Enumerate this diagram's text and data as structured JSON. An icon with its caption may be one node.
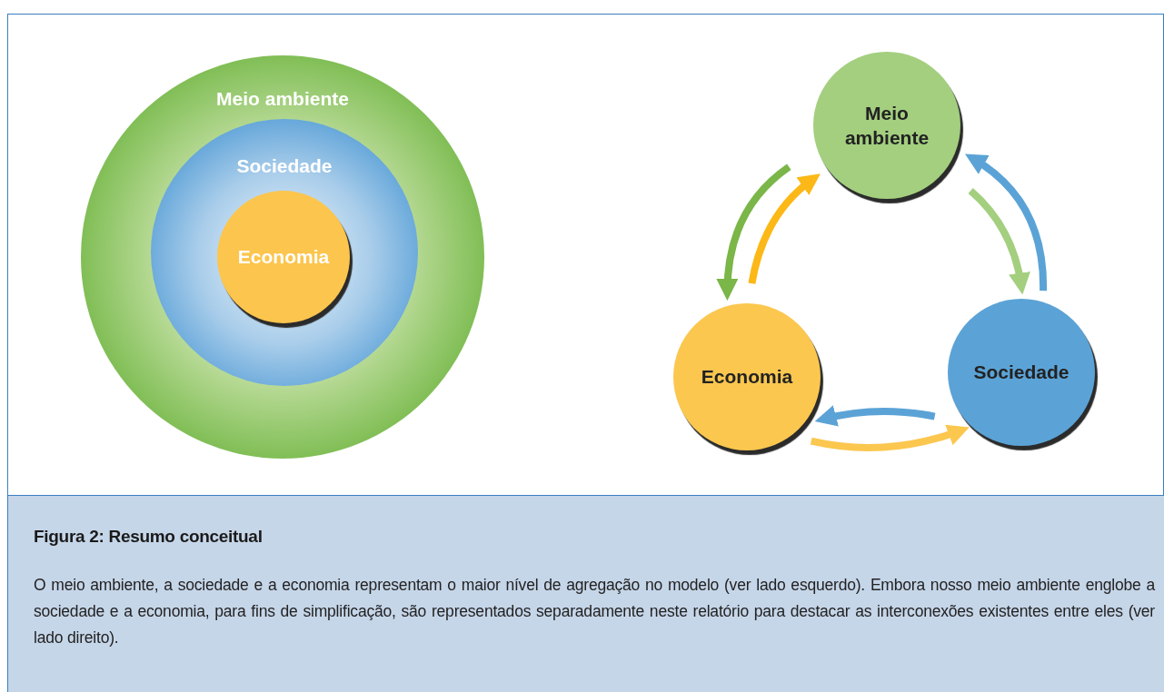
{
  "diagram": {
    "title": "Figura 2: Resumo conceitual",
    "caption": "O meio ambiente, a sociedade e a economia representam o maior nível de agregação no modelo (ver lado esquerdo). Embora nosso meio ambiente englobe a sociedade e a economia, para fins de simplificação, são representados separadamente neste relatório para destacar as interconexões existentes entre eles (ver lado direito).",
    "nodes": [
      {
        "text": [
          "Meio ambiente"
        ]
      },
      {
        "text": [
          "Sociedade"
        ],
        "in": 0
      },
      {
        "text": [
          "Economia"
        ],
        "in": 1
      },
      {
        "text": [
          "Meio ambiente"
        ]
      },
      {
        "text": [
          "Sociedade"
        ]
      },
      {
        "text": [
          "Economia"
        ]
      }
    ],
    "edges": [
      {
        "from": 3,
        "to": 5,
        "arrow": "to",
        "color": "#7ab648"
      },
      {
        "from": 5,
        "to": 3,
        "arrow": "to",
        "color": "#fbb817"
      },
      {
        "from": 3,
        "to": 4,
        "arrow": "to",
        "color": "#a3cf7f"
      },
      {
        "from": 4,
        "to": 3,
        "arrow": "to",
        "color": "#5ba3d6"
      },
      {
        "from": 4,
        "to": 5,
        "arrow": "to",
        "color": "#5ba3d6"
      },
      {
        "from": 5,
        "to": 4,
        "arrow": "to",
        "color": "#fbc74f"
      }
    ]
  }
}
